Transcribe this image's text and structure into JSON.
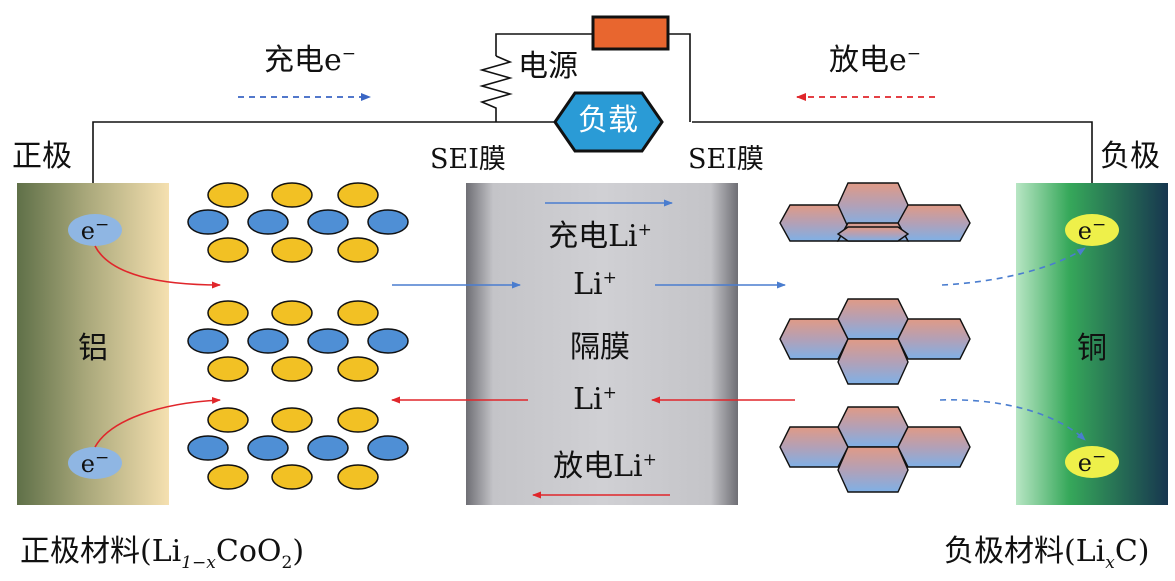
{
  "labels": {
    "power": "电源",
    "load": "负载",
    "charge_e": "充电e",
    "charge_e_sup": "−",
    "discharge_e": "放电e",
    "discharge_e_sup": "−",
    "positive_pole": "正极",
    "negative_pole": "负极",
    "sei_left": "SEI膜",
    "sei_right": "SEI膜",
    "aluminum": "铝",
    "copper": "铜",
    "charge_li": "充电Li",
    "charge_li_sup": "+",
    "li_top": "Li",
    "li_top_sup": "+",
    "separator": "隔膜",
    "li_bottom": "Li",
    "li_bottom_sup": "+",
    "discharge_li": "放电Li",
    "discharge_li_sup": "+",
    "electron": "e",
    "electron_sup": "−",
    "cathode_material_prefix": "正极材料(Li",
    "cathode_material_sub": "1−x",
    "cathode_material_mid": "CoO",
    "cathode_material_sub2": "2",
    "cathode_material_suffix": ")",
    "anode_material_prefix": "负极材料(Li",
    "anode_material_sub": "x",
    "anode_material_suffix": "C)"
  },
  "colors": {
    "charge": "#3a66c4",
    "discharge": "#e0262b",
    "resistor": "#e8662f",
    "load": "#2a9bd6",
    "yellow_particle": "#f2c124",
    "blue_particle": "#4f8fd5",
    "electron_cathode": "#8fb6e3",
    "electron_anode": "#eef04a"
  }
}
